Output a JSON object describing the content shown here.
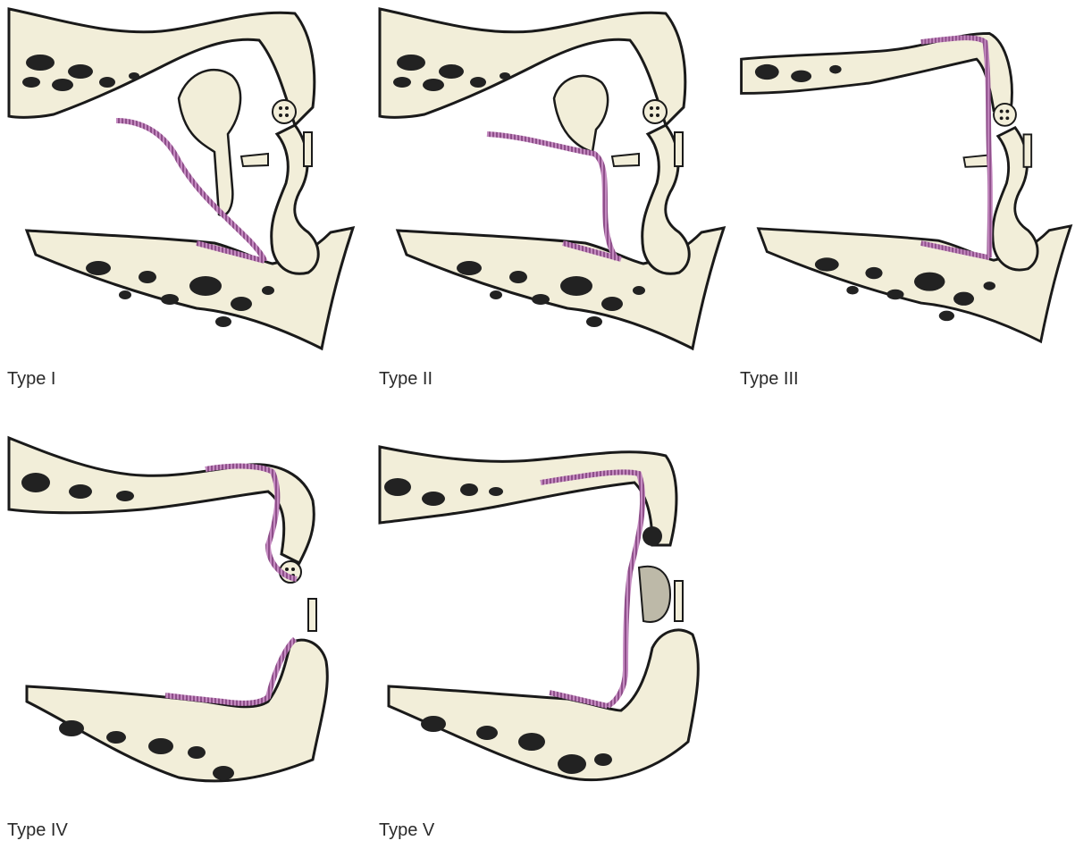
{
  "figure": {
    "colors": {
      "bone": "#f2eed9",
      "outline": "#1a1a1a",
      "graft": "#c48ac0",
      "cavity": "#222222"
    },
    "panels": [
      {
        "label": "Type I",
        "graft_icon": "graft-on-malleus-icon"
      },
      {
        "label": "Type II",
        "graft_icon": "graft-on-incus-icon"
      },
      {
        "label": "Type III",
        "graft_icon": "graft-on-stapes-icon"
      },
      {
        "label": "Type IV",
        "graft_icon": "graft-on-footplate-icon"
      },
      {
        "label": "Type V",
        "graft_icon": "graft-over-fenestration-icon"
      }
    ]
  }
}
